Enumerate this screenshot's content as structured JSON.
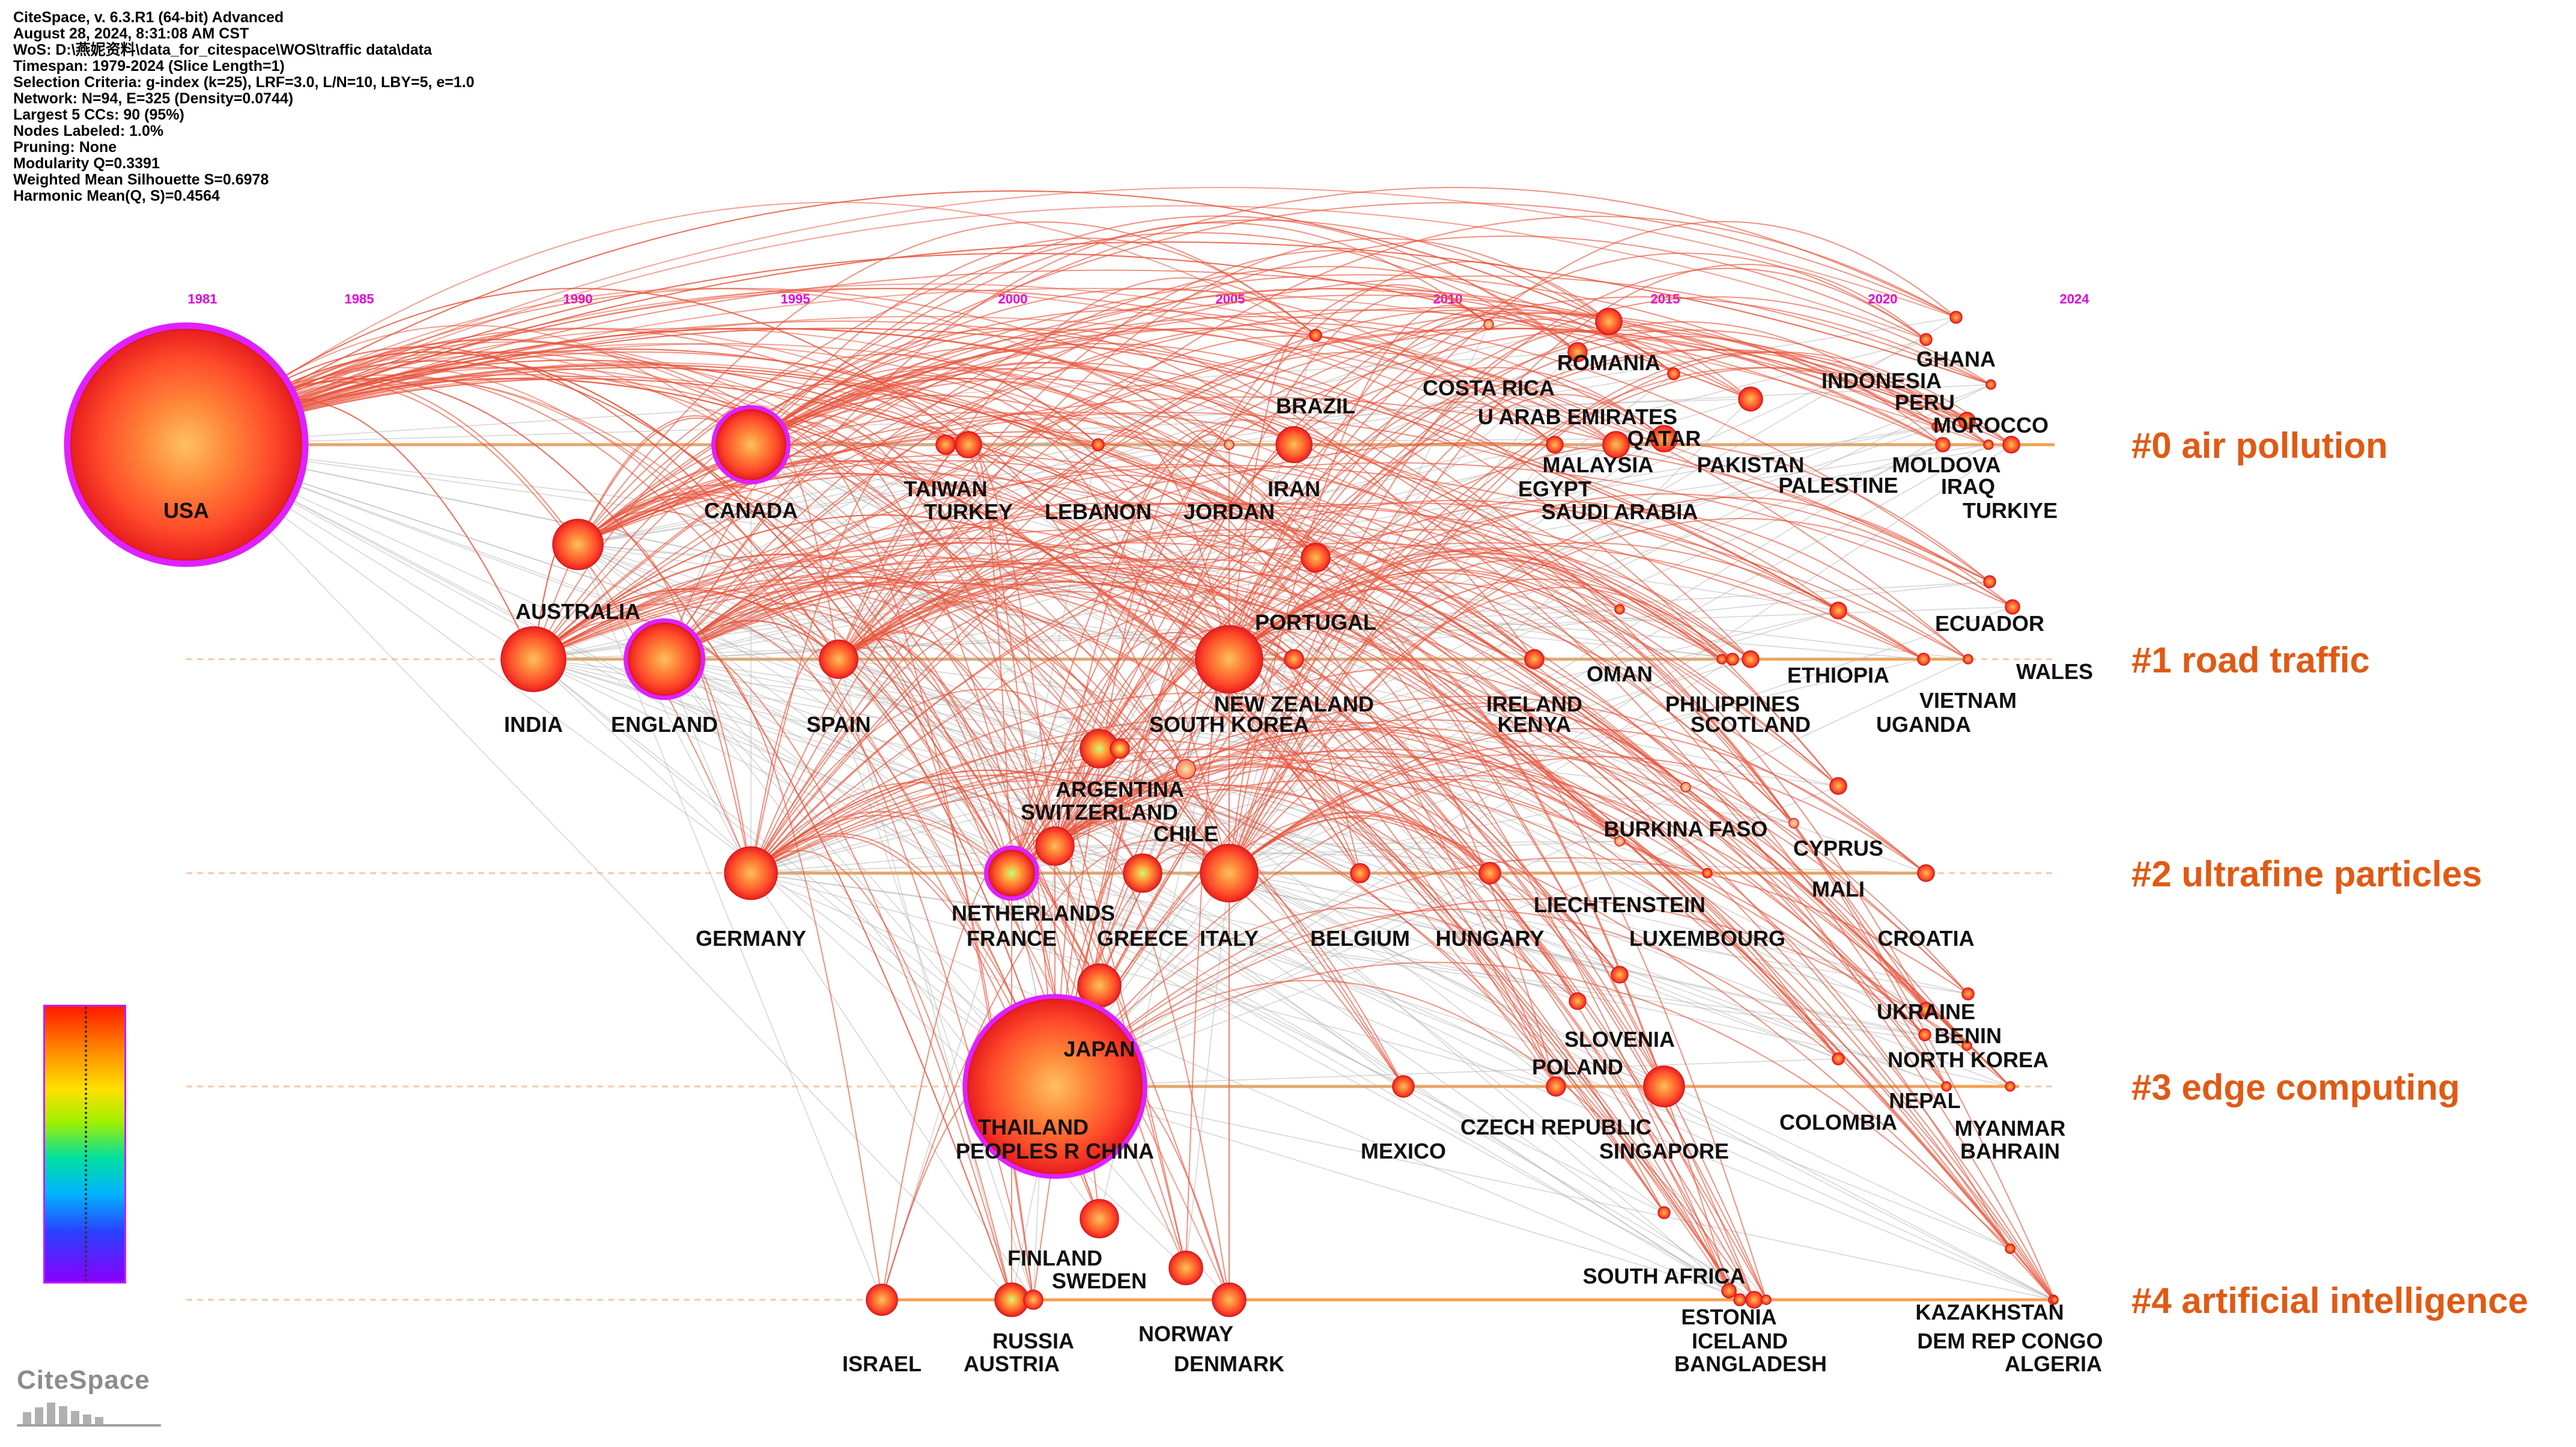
{
  "header": {
    "lines": [
      "CiteSpace, v. 6.3.R1 (64-bit) Advanced",
      "August 28, 2024, 8:31:08 AM CST",
      "WoS: D:\\燕妮资料\\data_for_citespace\\WOS\\traffic data\\data",
      "Timespan: 1979-2024 (Slice Length=1)",
      "Selection Criteria: g-index (k=25), LRF=3.0, L/N=10, LBY=5, e=1.0",
      "Network: N=94, E=325 (Density=0.0744)",
      "Largest 5 CCs: 90 (95%)",
      "Nodes Labeled: 1.0%",
      "Pruning: None",
      "Modularity Q=0.3391",
      "Weighted Mean Silhouette S=0.6978",
      "Harmonic Mean(Q, S)=0.4564"
    ]
  },
  "timeline": {
    "years": [
      "1981",
      "1985",
      "1990",
      "1995",
      "2000",
      "2005",
      "2010",
      "2015",
      "2020",
      "2024"
    ]
  },
  "colors": {
    "timeline": "#f5a050",
    "label_orange": "#e05a14",
    "year_magenta": "#e000e0",
    "link_red": "#e8553c",
    "link_gray": "#b4b4b4",
    "node_ring": "#e020ff"
  },
  "clusters": [
    {
      "id": "#0",
      "label": "#0 air pollution"
    },
    {
      "id": "#1",
      "label": "#1 road traffic"
    },
    {
      "id": "#2",
      "label": "#2 ultrafine particles"
    },
    {
      "id": "#3",
      "label": "#3 edge computing"
    },
    {
      "id": "#4",
      "label": "#4 artificial intelligence"
    }
  ],
  "countries": [
    {
      "name": "USA",
      "cluster": 0
    },
    {
      "name": "CANADA",
      "cluster": 0
    },
    {
      "name": "TAIWAN",
      "cluster": 0
    },
    {
      "name": "TURKEY",
      "cluster": 0
    },
    {
      "name": "LEBANON",
      "cluster": 0
    },
    {
      "name": "JORDAN",
      "cluster": 0
    },
    {
      "name": "BRAZIL",
      "cluster": 0
    },
    {
      "name": "IRAN",
      "cluster": 0
    },
    {
      "name": "COSTA RICA",
      "cluster": 0
    },
    {
      "name": "ROMANIA",
      "cluster": 0
    },
    {
      "name": "U ARAB EMIRATES",
      "cluster": 0
    },
    {
      "name": "QATAR",
      "cluster": 0
    },
    {
      "name": "MALAYSIA",
      "cluster": 0
    },
    {
      "name": "EGYPT",
      "cluster": 0
    },
    {
      "name": "SAUDI ARABIA",
      "cluster": 0
    },
    {
      "name": "PAKISTAN",
      "cluster": 0
    },
    {
      "name": "PALESTINE",
      "cluster": 0
    },
    {
      "name": "INDONESIA",
      "cluster": 0
    },
    {
      "name": "PERU",
      "cluster": 0
    },
    {
      "name": "GHANA",
      "cluster": 0
    },
    {
      "name": "MOROCCO",
      "cluster": 0
    },
    {
      "name": "MOLDOVA",
      "cluster": 0
    },
    {
      "name": "IRAQ",
      "cluster": 0
    },
    {
      "name": "TURKIYE",
      "cluster": 0
    },
    {
      "name": "AUSTRALIA",
      "cluster": 1
    },
    {
      "name": "INDIA",
      "cluster": 1
    },
    {
      "name": "ENGLAND",
      "cluster": 1
    },
    {
      "name": "SPAIN",
      "cluster": 1
    },
    {
      "name": "PORTUGAL",
      "cluster": 1
    },
    {
      "name": "NEW ZEALAND",
      "cluster": 1
    },
    {
      "name": "SOUTH KOREA",
      "cluster": 1
    },
    {
      "name": "IRELAND",
      "cluster": 1
    },
    {
      "name": "KENYA",
      "cluster": 1
    },
    {
      "name": "OMAN",
      "cluster": 1
    },
    {
      "name": "PHILIPPINES",
      "cluster": 1
    },
    {
      "name": "SCOTLAND",
      "cluster": 1
    },
    {
      "name": "ETHIOPIA",
      "cluster": 1
    },
    {
      "name": "ECUADOR",
      "cluster": 1
    },
    {
      "name": "WALES",
      "cluster": 1
    },
    {
      "name": "VIETNAM",
      "cluster": 1
    },
    {
      "name": "UGANDA",
      "cluster": 1
    },
    {
      "name": "ARGENTINA",
      "cluster": 2
    },
    {
      "name": "SWITZERLAND",
      "cluster": 2
    },
    {
      "name": "CHILE",
      "cluster": 2
    },
    {
      "name": "GERMANY",
      "cluster": 2
    },
    {
      "name": "NETHERLANDS",
      "cluster": 2
    },
    {
      "name": "FRANCE",
      "cluster": 2
    },
    {
      "name": "GREECE",
      "cluster": 2
    },
    {
      "name": "ITALY",
      "cluster": 2
    },
    {
      "name": "BELGIUM",
      "cluster": 2
    },
    {
      "name": "HUNGARY",
      "cluster": 2
    },
    {
      "name": "BURKINA FASO",
      "cluster": 2
    },
    {
      "name": "CYPRUS",
      "cluster": 2
    },
    {
      "name": "LIECHTENSTEIN",
      "cluster": 2
    },
    {
      "name": "LUXEMBOURG",
      "cluster": 2
    },
    {
      "name": "MALI",
      "cluster": 2
    },
    {
      "name": "CROATIA",
      "cluster": 2
    },
    {
      "name": "JAPAN",
      "cluster": 3
    },
    {
      "name": "THAILAND",
      "cluster": 3
    },
    {
      "name": "PEOPLES R CHINA",
      "cluster": 3
    },
    {
      "name": "MEXICO",
      "cluster": 3
    },
    {
      "name": "CZECH REPUBLIC",
      "cluster": 3
    },
    {
      "name": "SLOVENIA",
      "cluster": 3
    },
    {
      "name": "POLAND",
      "cluster": 3
    },
    {
      "name": "SINGAPORE",
      "cluster": 3
    },
    {
      "name": "COLOMBIA",
      "cluster": 3
    },
    {
      "name": "NEPAL",
      "cluster": 3
    },
    {
      "name": "UKRAINE",
      "cluster": 3
    },
    {
      "name": "BENIN",
      "cluster": 3
    },
    {
      "name": "NORTH KOREA",
      "cluster": 3
    },
    {
      "name": "MYANMAR",
      "cluster": 3
    },
    {
      "name": "BAHRAIN",
      "cluster": 3
    },
    {
      "name": "FINLAND",
      "cluster": 4
    },
    {
      "name": "SWEDEN",
      "cluster": 4
    },
    {
      "name": "ISRAEL",
      "cluster": 4
    },
    {
      "name": "RUSSIA",
      "cluster": 4
    },
    {
      "name": "AUSTRIA",
      "cluster": 4
    },
    {
      "name": "NORWAY",
      "cluster": 4
    },
    {
      "name": "DENMARK",
      "cluster": 4
    },
    {
      "name": "SOUTH AFRICA",
      "cluster": 4
    },
    {
      "name": "ESTONIA",
      "cluster": 4
    },
    {
      "name": "ICELAND",
      "cluster": 4
    },
    {
      "name": "BANGLADESH",
      "cluster": 4
    },
    {
      "name": "KAZAKHSTAN",
      "cluster": 4
    },
    {
      "name": "DEM REP CONGO",
      "cluster": 4
    },
    {
      "name": "ALGERIA",
      "cluster": 4
    }
  ],
  "logo": {
    "text": "CiteSpace"
  }
}
